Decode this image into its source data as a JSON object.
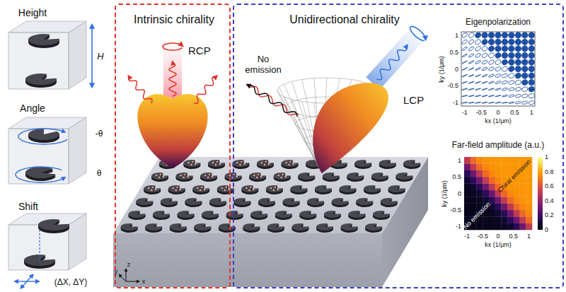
{
  "diagram": {
    "nodes": [
      {
        "text": [
          "Height",
          "H"
        ]
      },
      {
        "text": [
          "Angle",
          "-θ",
          "θ"
        ]
      },
      {
        "text": [
          "Shift",
          "(ΔX, ΔY)"
        ]
      },
      {
        "text": [
          "Intrinsic chirality",
          "RCP"
        ]
      },
      {
        "text": [
          "Unidirectional chirality",
          "No emission",
          "LCP"
        ]
      }
    ],
    "labels": [
      "Eigenpolarization",
      "1",
      "0.5",
      "0",
      "-0.5",
      "-1",
      "ky (1/μm)",
      "-1",
      "-0.5",
      "0",
      "0.5",
      "1",
      "kx (1/μm)",
      "Far-field amplitude (a.u.)",
      "Chiral emission",
      "No emission",
      "1",
      "0.5",
      "0",
      "-0.5",
      "-1",
      "ky (1/μm)",
      "-1",
      "-0.5",
      "0",
      "0.5",
      "1",
      "kx (1/μm)",
      "1",
      "0.8",
      "0.6",
      "0.4",
      "0.2",
      "0",
      "z",
      "y",
      "x"
    ]
  }
}
